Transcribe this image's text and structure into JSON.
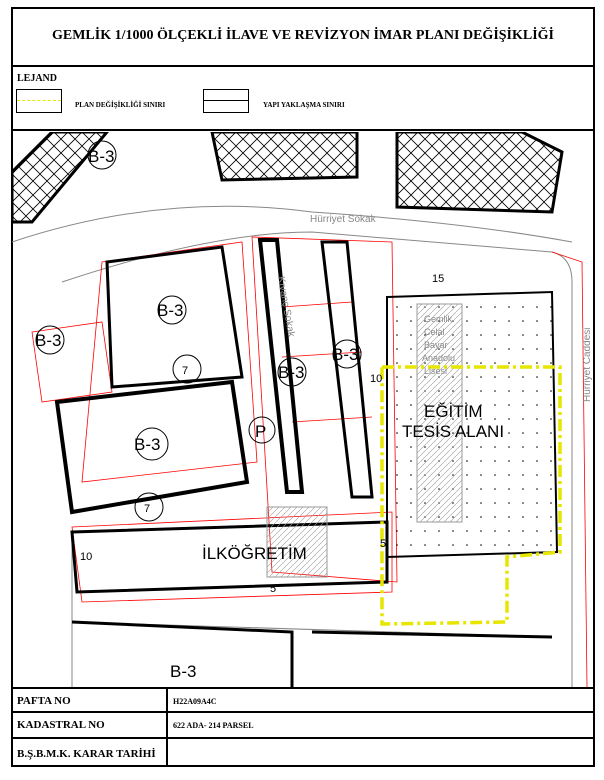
{
  "title": "GEMLİK 1/1000 ÖLÇEKLİ İLAVE VE REVİZYON İMAR PLANI DEĞİŞİKLİĞİ",
  "legend": {
    "title": "LEJAND",
    "items": [
      {
        "label": "PLAN DEĞİŞİKLİĞİ SINIRI",
        "color": "#e6e600"
      },
      {
        "label": "YAPI YAKLAŞMA SINIRI",
        "color": "#000000"
      }
    ]
  },
  "map": {
    "streets": [
      "Hürriyet Sokak",
      "Kıvanç Sokak",
      "Hürriyet Caddesi"
    ],
    "zone_labels": [
      "EĞİTİM",
      "TESİS ALANI",
      "İLKÖĞRETİM"
    ],
    "school_label": [
      "Gemlik",
      "Celal",
      "Bayar",
      "Anadolu",
      "Lisesi"
    ],
    "block_code": "B-3",
    "parking": "P",
    "numbers": [
      "15",
      "10",
      "10",
      "7",
      "7",
      "5",
      "5"
    ],
    "plan_line_color": "#e6e600",
    "parcel_line_color": "#ff0000"
  },
  "info": {
    "rows": [
      {
        "label": "PAFTA NO",
        "value": "H22A09A4C"
      },
      {
        "label": "KADASTRAL NO",
        "value": "622 ADA- 214 PARSEL"
      },
      {
        "label": "B.Ş.B.M.K. KARAR TARİHİ",
        "value": ""
      }
    ]
  }
}
